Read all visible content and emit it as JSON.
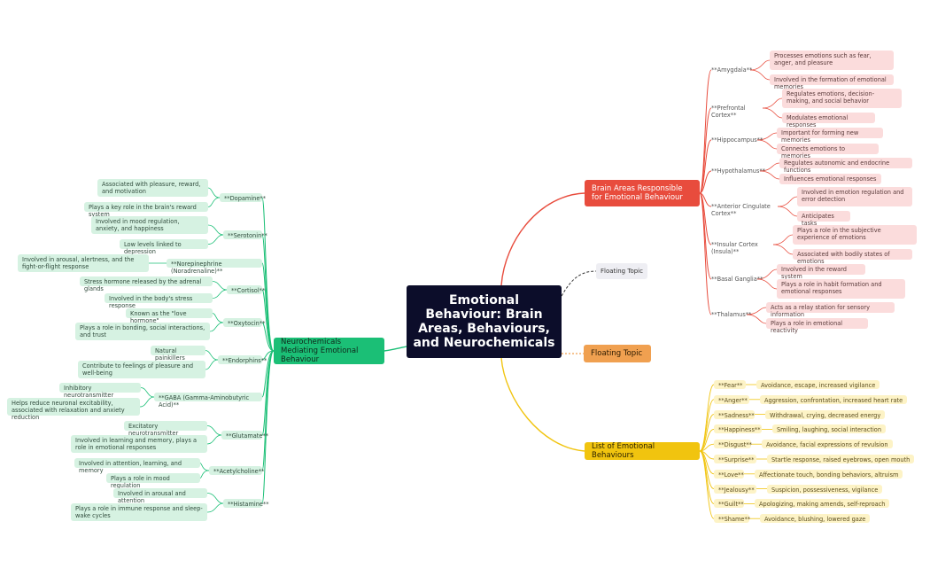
{
  "root": {
    "title": "Emotional Behaviour: Brain Areas, Behaviours, and Neurochemicals"
  },
  "floating_small": "Floating Topic",
  "floating_orange": "Floating Topic",
  "colors": {
    "red": "#e84c3d",
    "green": "#1bbf76",
    "yellow": "#f1c40f",
    "orange": "#f0a050",
    "root": "#0c0d2a"
  },
  "brain": {
    "title": "Brain Areas Responsible for Emotional Behaviour",
    "areas": [
      {
        "name": "**Amygdala**",
        "items": [
          "Processes emotions such as fear, anger, and pleasure",
          "Involved in the formation of emotional memories"
        ]
      },
      {
        "name": "**Prefrontal Cortex**",
        "items": [
          "Regulates emotions, decision-making, and social behavior",
          "Modulates emotional responses"
        ]
      },
      {
        "name": "**Hippocampus**",
        "items": [
          "Important for forming new memories",
          "Connects emotions to memories"
        ]
      },
      {
        "name": "**Hypothalamus**",
        "items": [
          "Regulates autonomic and endocrine functions",
          "Influences emotional responses"
        ]
      },
      {
        "name": "**Anterior Cingulate Cortex**",
        "items": [
          "Involved in emotion regulation and error detection",
          "Anticipates tasks"
        ]
      },
      {
        "name": "**Insular Cortex (Insula)**",
        "items": [
          "Plays a role in the subjective experience of emotions",
          "Associated with bodily states of emotions"
        ]
      },
      {
        "name": "**Basal Ganglia**",
        "items": [
          "Involved in the reward system",
          "Plays a role in habit formation and emotional responses"
        ]
      },
      {
        "name": "**Thalamus**",
        "items": [
          "Acts as a relay station for sensory information",
          "Plays a role in emotional reactivity"
        ]
      }
    ]
  },
  "behaviours": {
    "title": "List of Emotional Behaviours",
    "items": [
      {
        "name": "**Fear**",
        "desc": "Avoidance, escape, increased vigilance"
      },
      {
        "name": "**Anger**",
        "desc": "Aggression, confrontation, increased heart rate"
      },
      {
        "name": "**Sadness**",
        "desc": "Withdrawal, crying, decreased energy"
      },
      {
        "name": "**Happiness**",
        "desc": "Smiling, laughing, social interaction"
      },
      {
        "name": "**Disgust**",
        "desc": "Avoidance, facial expressions of revulsion"
      },
      {
        "name": "**Surprise**",
        "desc": "Startle response, raised eyebrows, open mouth"
      },
      {
        "name": "**Love**",
        "desc": "Affectionate touch, bonding behaviors, altruism"
      },
      {
        "name": "**Jealousy**",
        "desc": "Suspicion, possessiveness, vigilance"
      },
      {
        "name": "**Guilt**",
        "desc": "Apologizing, making amends, self-reproach"
      },
      {
        "name": "**Shame**",
        "desc": "Avoidance, blushing, lowered gaze"
      }
    ]
  },
  "chemicals": {
    "title": "Neurochemicals Mediating Emotional Behaviour",
    "items": [
      {
        "name": "**Dopamine**",
        "items": [
          "Associated with pleasure, reward, and motivation",
          "Plays a key role in the brain's reward system"
        ]
      },
      {
        "name": "**Serotonin**",
        "items": [
          "Involved in mood regulation, anxiety, and happiness",
          "Low levels linked to depression"
        ]
      },
      {
        "name": "**Norepinephrine (Noradrenaline)**",
        "items": [
          "Involved in arousal, alertness, and the fight-or-flight response"
        ]
      },
      {
        "name": "**Cortisol**",
        "items": [
          "Stress hormone released by the adrenal glands",
          "Involved in the body's stress response"
        ]
      },
      {
        "name": "**Oxytocin**",
        "items": [
          "Known as the \"love hormone\"",
          "Plays a role in bonding, social interactions, and trust"
        ]
      },
      {
        "name": "**Endorphins**",
        "items": [
          "Natural painkillers",
          "Contribute to feelings of pleasure and well-being"
        ]
      },
      {
        "name": "**GABA (Gamma-Aminobutyric Acid)**",
        "items": [
          "Inhibitory neurotransmitter",
          "Helps reduce neuronal excitability, associated with relaxation and anxiety reduction"
        ]
      },
      {
        "name": "**Glutamate**",
        "items": [
          "Excitatory neurotransmitter",
          "Involved in learning and memory, plays a role in emotional responses"
        ]
      },
      {
        "name": "**Acetylcholine**",
        "items": [
          "Involved in attention, learning, and memory",
          "Plays a role in mood regulation"
        ]
      },
      {
        "name": "**Histamine**",
        "items": [
          "Involved in arousal and attention",
          "Plays a role in immune response and sleep-wake cycles"
        ]
      }
    ]
  }
}
